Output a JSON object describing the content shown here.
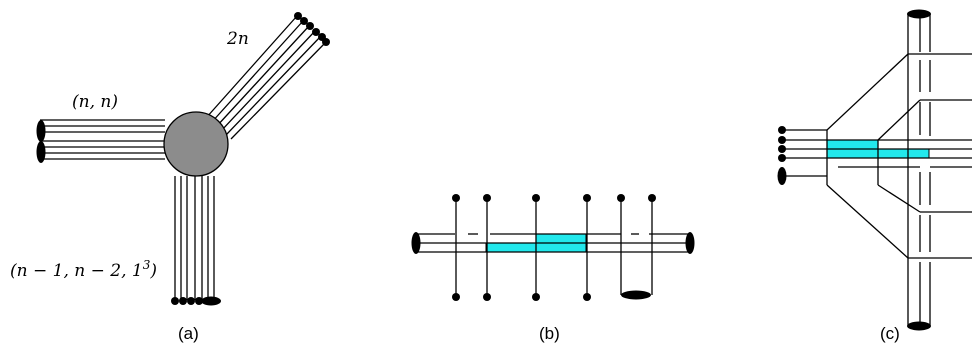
{
  "panel_a": {
    "label_top": "2n",
    "label_left": "(n, n)",
    "label_bottom_pre": "(n − 1, n − 2, 1",
    "label_bottom_sup": "3",
    "label_bottom_post": ")",
    "vertex_color": "#8c8c8c",
    "caption": "(a)"
  },
  "panel_b": {
    "caption": "(b)",
    "highlight_color": "#22e8ec"
  },
  "panel_c": {
    "caption": "(c)",
    "highlight_color": "#22e8ec"
  }
}
